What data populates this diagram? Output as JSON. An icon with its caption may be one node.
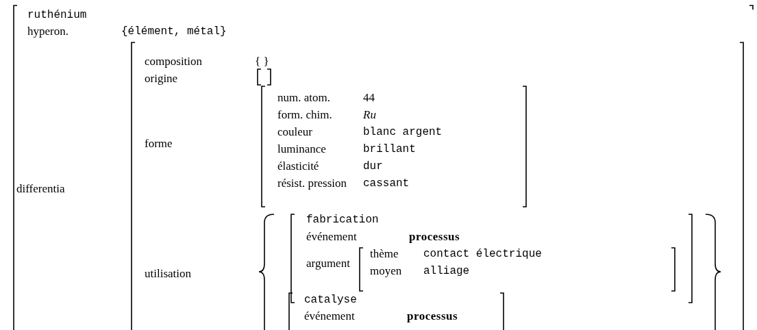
{
  "diagram": {
    "labels": [
      "ruthénium",
      "hyperon.",
      "{élément, métal}",
      "differentia",
      "composition",
      "{ }",
      "origine",
      "forme",
      "num. atom.",
      "44",
      "form. chim.",
      "Ru",
      "couleur",
      "blanc argent",
      "luminance",
      "brillant",
      "élasticité",
      "dur",
      "résist. pression",
      "cassant",
      "utilisation",
      "fabrication",
      "événement",
      "processus",
      "argument",
      "thème",
      "contact électrique",
      "moyen",
      "alliage",
      "catalyse",
      "événement",
      "processus"
    ]
  }
}
